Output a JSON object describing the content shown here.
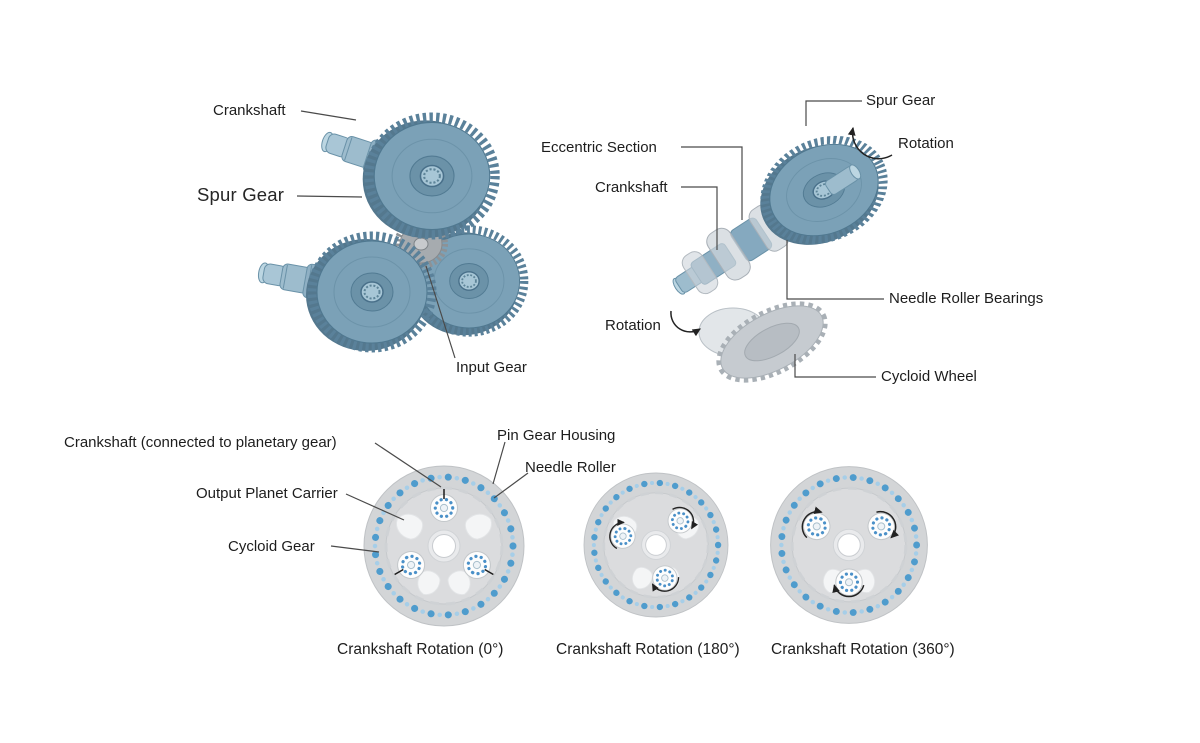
{
  "figure": {
    "background": "#ffffff",
    "accent_blue": "#4a90c8",
    "gear_blue": "#7ba1b7",
    "housing_gray": "#d3d5d7"
  },
  "spur_gear_assembly": {
    "labels": {
      "crankshaft": "Crankshaft",
      "spur_gear": "Spur Gear",
      "input_gear": "Input Gear"
    }
  },
  "crankshaft_assembly": {
    "labels": {
      "spur_gear": "Spur Gear",
      "rotation_top": "Rotation",
      "eccentric_section": "Eccentric Section",
      "crankshaft": "Crankshaft",
      "needle_roller_bearings": "Needle Roller Bearings",
      "rotation_bottom": "Rotation",
      "cycloid_wheel": "Cycloid Wheel"
    }
  },
  "rotation_sequence": {
    "labels": {
      "crankshaft_planetary": "Crankshaft (connected to planetary gear)",
      "pin_gear_housing": "Pin Gear Housing",
      "needle_roller": "Needle Roller",
      "output_planet_carrier": "Output Planet Carrier",
      "cycloid_gear": "Cycloid Gear"
    },
    "captions": [
      {
        "label": "Crankshaft Rotation (0°)"
      },
      {
        "label": "Crankshaft Rotation (180°)"
      },
      {
        "label": "Crankshaft Rotation (360°)"
      }
    ]
  }
}
